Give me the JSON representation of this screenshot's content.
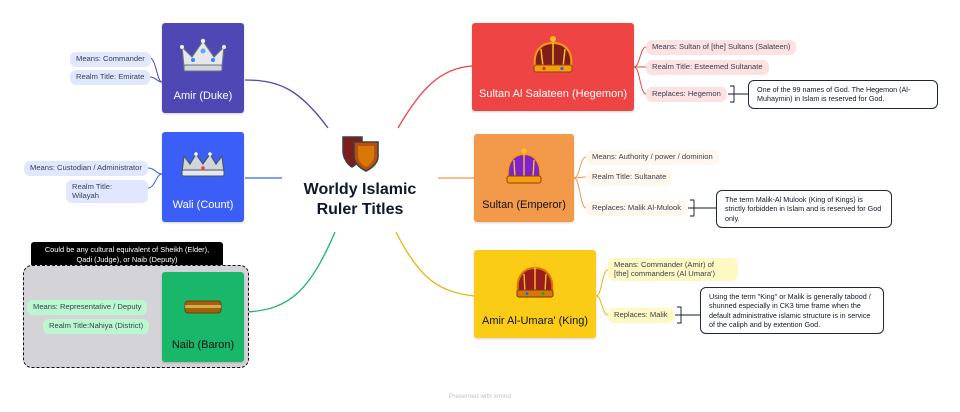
{
  "center": {
    "title_line1": "Worldy Islamic",
    "title_line2": "Ruler Titles"
  },
  "nodes": {
    "amir": {
      "title": "Amir (Duke)",
      "color": "#4f47b3",
      "means": "Means: Commander",
      "realm": "Realm Title: Emirate"
    },
    "wali": {
      "title": "Wali (Count)",
      "color": "#3b5ff6",
      "means": "Means: Custodian / Administrator",
      "realm_line1": "Realm Title:",
      "realm_line2": "Wilayah"
    },
    "naib": {
      "title": "Naib (Baron)",
      "color": "#18b76a",
      "means": "Means: Representative / Deputy",
      "realm": "Realm Title:Nahiya (District)",
      "note": "Could be any cultural equivalent of Sheikh (Elder), Qadi (Judge), or Naib (Deputy)"
    },
    "sultan_al_salateen": {
      "title": "Sultan Al Salateen (Hegemon)",
      "color": "#ef4444",
      "means": "Means: Sultan of [the] Sultans (Salateen)",
      "realm": "Realm Title: Esteemed Sultanate",
      "replaces": "Replaces: Hegemon",
      "note": "One of the 99 names of God. The Hegemon (Al-Muhaymin) in Islam is reserved for God."
    },
    "sultan": {
      "title": "Sultan (Emperor)",
      "color": "#f2994a",
      "means": "Means: Authority / power / dominion",
      "realm": "Realm Title: Sultanate",
      "replaces": "Replaces: Malik Al-Mulook",
      "note": "The term Malik-Al Mulook (King of Kings) is strictly forbidden in Islam and is reserved for God only."
    },
    "amir_al_umara": {
      "title": "Amir Al-Umara' (King)",
      "color": "#facc15",
      "means_line1": "Means: Commander (Amir) of",
      "means_line2": "[the] commanders (Al Umara')",
      "replaces": "Replaces: Malik",
      "note": "Using the term \"King\" or Malik is generally tabood / shunned especially in CK3 time frame when the default administrative islamic structure is in service of the caliph and by extention God."
    }
  },
  "colors": {
    "amir_link": "#4f47b3",
    "wali_link": "#3b5ff6",
    "naib_link": "#18b76a",
    "hegemon_link": "#ef4444",
    "sultan_link": "#f2994a",
    "king_link": "#eab308"
  },
  "icons": {
    "center": "shield-icon",
    "crown": "crown-icon",
    "naib": "hat-icon"
  },
  "footer": "Presented with xmind"
}
